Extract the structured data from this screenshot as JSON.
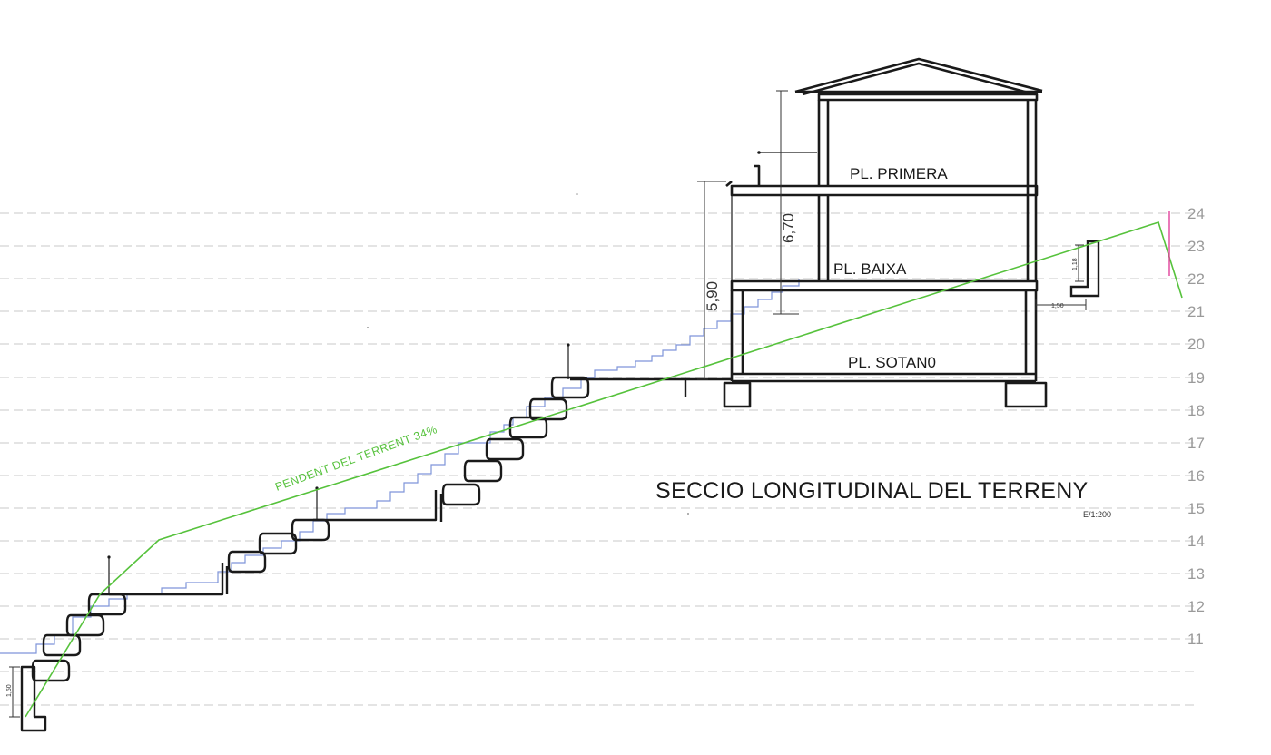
{
  "title": "SECCIO LONGITUDINAL DEL TERRENY",
  "scale": "E/1:200",
  "slope_label": "PENDENT DEL TERRENT 34%",
  "floors": {
    "primera": "PL. PRIMERA",
    "baixa": "PL. BAIXA",
    "sotano": "PL. SOTAN0"
  },
  "dimensions": {
    "total_height": "6,70",
    "sotano_height": "5,90",
    "wall_right_height": "1,18",
    "wall_right_width": "1,50",
    "wall_left_height": "1,50"
  },
  "elevation_labels": [
    "24",
    "23",
    "22",
    "21",
    "20",
    "19",
    "18",
    "17",
    "16",
    "15",
    "14",
    "13",
    "12",
    "11"
  ],
  "colors": {
    "terrain": "#56c23c",
    "original_ground": "#7f95d9",
    "lines": "#1a1a1a",
    "guides": "#c8c8c8",
    "elevation_marker": "#e0409b"
  }
}
